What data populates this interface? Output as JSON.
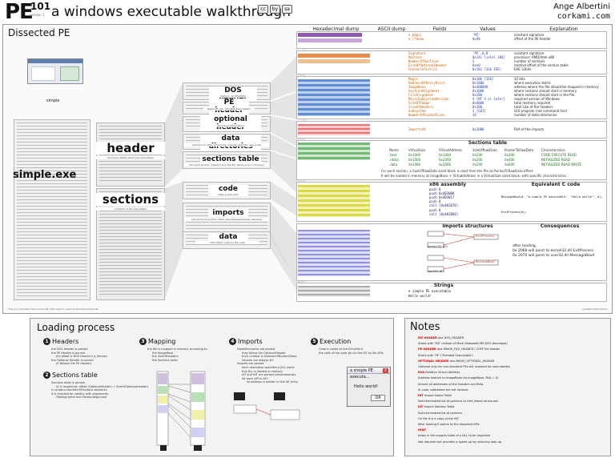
{
  "header": {
    "logo": "PE",
    "logo_number": "101",
    "logo_sub": "version 1",
    "title": "a windows executable walkthrough",
    "author": "Ange Albertini",
    "site": "corkami.com",
    "license_badges": [
      "cc",
      "by",
      "sa"
    ]
  },
  "dissected": {
    "title": "Dissected PE",
    "file_name": "simple.exe",
    "screenshot_label": "simple",
    "columns": [
      "Hexadecimal dump",
      "ASCII dump",
      "Fields",
      "Values",
      "Explanation"
    ],
    "labels": {
      "header": "header",
      "header_sub": "technical details about the executable",
      "sections": "sections",
      "sections_sub": "contents of the executable",
      "dos_header": "DOS header",
      "dos_header_sub": "(historic, for MS-DOS)",
      "pe_header": "PE header",
      "pe_header_sub": "(basic PE info, 'Portable Executable')",
      "optional_header": "optional header",
      "optional_header_sub": "(technical information)",
      "data_directories": "data directories",
      "data_directories_sub": "(pointers to other structures: imports, exports, resources)",
      "sections_table": "sections table",
      "sections_table_sub": "(for each section: where it is in the file, where it is in memory)",
      "code": "code",
      "code_sub": "what is executed",
      "imports": "imports",
      "imports_sub": "(list of functions from other executables/libraries required)",
      "data": "data",
      "data_sub": "information used by the code"
    },
    "dos_fields": [
      {
        "field": "e_magic",
        "value": "'MZ'",
        "explanation": "constant signature"
      },
      {
        "field": "e_lfanew",
        "value": "0x40",
        "explanation": "offset of the PE header"
      }
    ],
    "pe_fields": [
      {
        "field": "Signature",
        "value": "'PE',0,0",
        "explanation": "constant signature"
      },
      {
        "field": "Machine",
        "value": "0x14c [intel 386]",
        "explanation": "processor: AMD/Intel x86"
      },
      {
        "field": "NumberOfSections",
        "value": "3",
        "explanation": "number of sections"
      },
      {
        "field": "SizeOfOptionalHeader",
        "value": "0xe0",
        "explanation": "relative offset of the section table"
      },
      {
        "field": "Characteristics",
        "value": "0x102 [32b EXE]",
        "explanation": "EXE 32bits"
      }
    ],
    "opt_fields": [
      {
        "field": "Magic",
        "value": "0x10b [32b]",
        "explanation": "32 bits"
      },
      {
        "field": "AddressOfEntryPoint",
        "value": "0x1000",
        "explanation": "where execution starts"
      },
      {
        "field": "ImageBase",
        "value": "0x400000",
        "explanation": "address where the file should be mapped in memory"
      },
      {
        "field": "SectionAlignment",
        "value": "0x1000",
        "explanation": "where sections should start in memory"
      },
      {
        "field": "FileAlignment",
        "value": "0x200",
        "explanation": "where sections should start in the file"
      },
      {
        "field": "MajorSubsystemVersion",
        "value": "4 [NT 4 or later]",
        "explanation": "required version of Windows"
      },
      {
        "field": "SizeOfImage",
        "value": "0x4000",
        "explanation": "total memory required"
      },
      {
        "field": "SizeOfHeaders",
        "value": "0x200",
        "explanation": "total size of the headers"
      },
      {
        "field": "Subsystem",
        "value": "2 [GUI]",
        "explanation": "GUI program (not command line)"
      },
      {
        "field": "NumberOfRvaAndSizes",
        "value": "16",
        "explanation": "number of data directories"
      }
    ],
    "dd_fields": [
      {
        "field": "ImportsVA",
        "value": "0x2000",
        "explanation": "RVA of the imports"
      }
    ],
    "section_table": {
      "title": "Sections table",
      "columns": [
        "Name",
        "VirtualSize",
        "VirtualAddress",
        "SizeOfRawData",
        "PointerToRawData",
        "Characteristics"
      ],
      "rows": [
        [
          ".text",
          "0x1000",
          "0x1000",
          "0x200",
          "0x200",
          "CODE EXECUTE READ"
        ],
        [
          ".rdata",
          "0x1000",
          "0x2000",
          "0x200",
          "0x400",
          "INITIALIZED READ"
        ],
        [
          ".data",
          "0x1000",
          "0x3000",
          "0x200",
          "0x600",
          "INITIALIZED READ WRITE"
        ]
      ],
      "note_1": "For each section, a SizeOfRawData sized block is read from the file at PointerToRawData offset.",
      "note_2": "It will be loaded in memory at ImageBase + VirtualAddress in a VirtualSize sized block, with specific characteristics."
    },
    "code_columns": [
      "x86 assembly",
      "Equivalent C code"
    ],
    "asm": [
      "push 0",
      "push 0x403000",
      "push 0x403017",
      "push 0",
      "call [0x402070]",
      "push 0",
      "call [0x402068]"
    ],
    "c_code": [
      "MessageBoxA(0, \"a simple PE executable\", \"Hello world!\", 0);",
      "ExitProcess(0);"
    ],
    "imports_columns": [
      "Imports structures",
      "Consequences"
    ],
    "imports_names": [
      "kernel32.dll",
      "ExitProcess",
      "user32.dll",
      "MessageBoxA"
    ],
    "imports_consequences": [
      "after loading,",
      "0x 2068 will point to kernel32.dll ExitProcess",
      "0x 2070 will point to user32.dll MessageBoxA"
    ],
    "strings_title": "Strings",
    "strings": [
      "a simple PE executable",
      "Hello world!"
    ],
    "footnote": "This is a simplified hand-made PE, that doesn't need all standard elements.",
    "credit": "updated 2011/10/04"
  },
  "loading": {
    "title": "Loading process",
    "steps": [
      {
        "n": "1",
        "title": "Headers",
        "lines": [
          "the DOS Header is parsed",
          "the PE Header is parsed",
          "(its offset is DOS Header's e_lfanew)",
          "the Optional Header is parsed",
          "(it follows the PE Header)"
        ]
      },
      {
        "n": "2",
        "title": "Sections table",
        "lines": [
          "Sections table is parsed",
          "(it is located at: offset (OptionalHeader) + SizeOfOptionalHeader)",
          "it contains NumberOfSections elements",
          "it is checked for validity with alignments:",
          "FileAlignment and SectionAlignment"
        ]
      },
      {
        "n": "3",
        "title": "Mapping",
        "lines": [
          "the file is mapped in memory according to:",
          "the ImageBase",
          "the SizeOfHeaders",
          "the Sections table"
        ]
      },
      {
        "n": "4",
        "title": "Imports",
        "lines": [
          "DataDirectories are parsed",
          "they follow the OptionalHeader",
          "their number is NumberOfRvaAndSizes",
          "imports are always #2",
          "Imports are parsed",
          "each descriptor specifies a DLL name",
          "this DLL is loaded in memory",
          "IAT and INT are parsed simultaneously",
          "for each API in INT",
          "its address is written in the IAT entry"
        ]
      },
      {
        "n": "5",
        "title": "Execution",
        "lines": [
          "Code is called at the EntryPoint",
          "the calls of the code go via the IAT to the APIs"
        ]
      }
    ],
    "dialog": {
      "title": "a simple PE executa...",
      "message": "Hello world!",
      "ok": "OK",
      "close": "X"
    }
  },
  "notes": {
    "title": "Notes",
    "lines": [
      {
        "k": "MZ HEADER",
        "v": " aka DOS_HEADER"
      },
      {
        "k": "",
        "v": "Starts with 'MZ' (initials of Mark Zbikowski MS-DOS developer)"
      },
      {
        "k": "PE HEADER",
        "v": " aka IMAGE_FILE_HEADER / COFF file header"
      },
      {
        "k": "",
        "v": "Starts with 'PE' ('Portable Executable')"
      },
      {
        "k": "OPTIONAL HEADER",
        "v": " aka IMAGE_OPTIONAL_HEADER"
      },
      {
        "k": "",
        "v": "Optional only for non-standard PEs but required for executables"
      },
      {
        "k": "RVA",
        "v": " Relative Virtual Address"
      },
      {
        "k": "",
        "v": "Address relative to ImageBase (at ImageBase, RVA = 0)"
      },
      {
        "k": "",
        "v": "Almost all addresses of the headers are RVAs"
      },
      {
        "k": "",
        "v": "In code, addresses are not relative."
      },
      {
        "k": "INT",
        "v": " Import Name Table"
      },
      {
        "k": "",
        "v": "Null-terminated list of pointers to Hint_Name structures"
      },
      {
        "k": "IAT",
        "v": " Import Address Table"
      },
      {
        "k": "",
        "v": "Null-terminated list of pointers"
      },
      {
        "k": "",
        "v": "On file it is a copy of the INT"
      },
      {
        "k": "",
        "v": "After loading it points to the imported APIs"
      },
      {
        "k": "HINT",
        "v": ""
      },
      {
        "k": "",
        "v": "Index in the exports table of a DLL to be imported"
      },
      {
        "k": "",
        "v": "Not required but provides a speed-up by reducing look-up"
      }
    ]
  },
  "colors": {
    "dos": "#7a3d9e",
    "pe": "#e07020",
    "opt": "#2b66c4",
    "dd": "#d33",
    "sec": "#3a9a3a",
    "code": "#dddd55",
    "imports": "#7777dd",
    "data": "#bbbbbb"
  }
}
